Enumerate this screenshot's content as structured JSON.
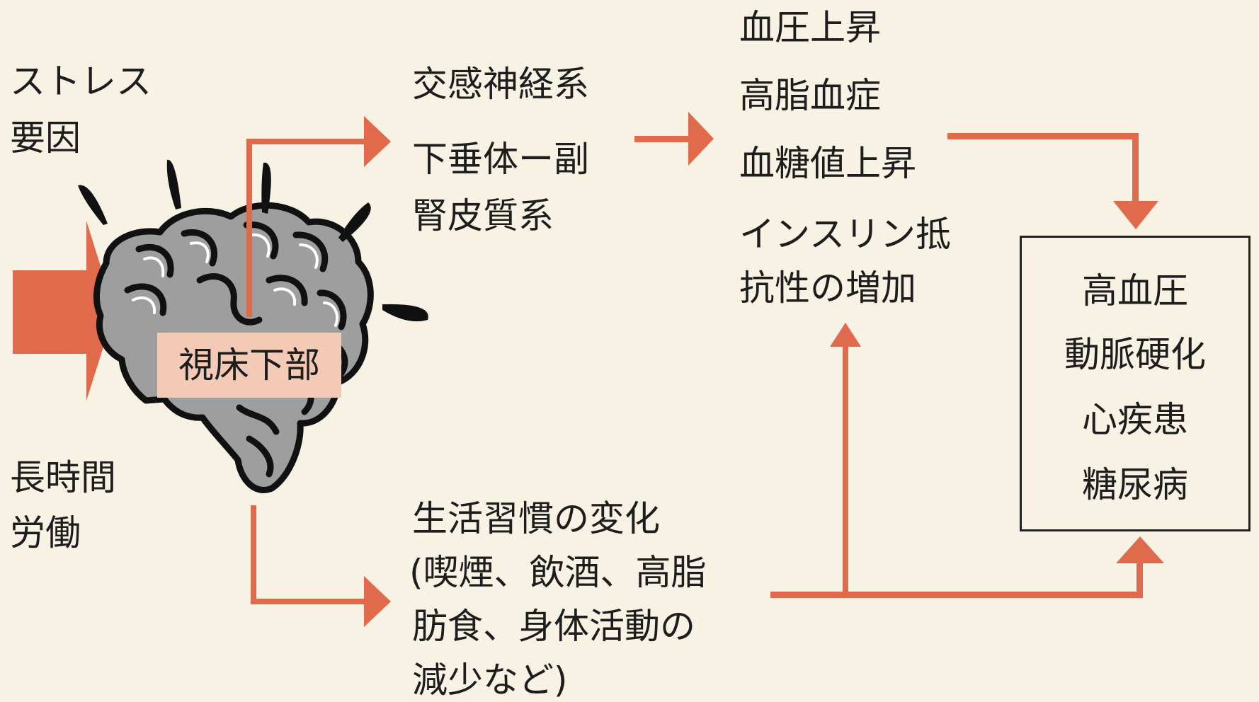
{
  "colors": {
    "background": "#f7f2e4",
    "arrow": "#e06a4c",
    "hypothalamus_box": "#f3cab5",
    "brain_fill": "#9e9e9e",
    "text": "#1d1d1d"
  },
  "causes": {
    "stress": [
      "ストレス",
      "要因"
    ],
    "overwork": [
      "長時間",
      "労働"
    ]
  },
  "hypothalamus_label": "視床下部",
  "pathways": {
    "sympathetic": "交感神経系",
    "hpa": [
      "下垂体ー副",
      "腎皮質系"
    ],
    "lifestyle": [
      "生活習慣の変化",
      "(喫煙、飲酒、高脂",
      "肪食、身体活動の",
      "減少など)"
    ]
  },
  "effects": [
    "血圧上昇",
    "高脂血症",
    "血糖値上昇",
    "インスリン抵",
    "抗性の増加"
  ],
  "outcomes": [
    "高血圧",
    "動脈硬化",
    "心疾患",
    "糖尿病"
  ],
  "icons": {
    "brain": "brain-icon",
    "stress_marks": "stress-burst-lines"
  }
}
